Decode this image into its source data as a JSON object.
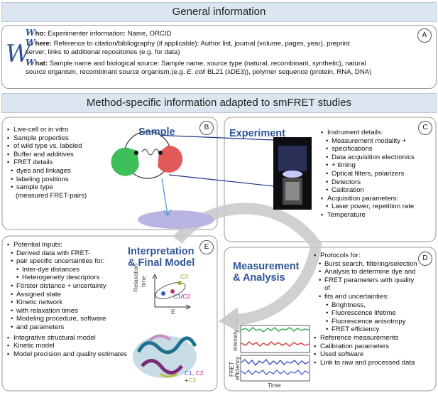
{
  "general": {
    "title": "General information",
    "badge": "A",
    "big_w": "W",
    "who_cap": "W",
    "who_rest": "ho:",
    "who_text": " Experimenter information: Name, ORCID",
    "where_cap": "W",
    "where_rest": "here:",
    "where_text1": " Reference to citation/bibliography (if applicable): Author list, journal (volume, pages, year), preprint",
    "where_text2": "server, links to additional repositories (e.g. for data)",
    "what_cap": "W",
    "what_rest": "hat:",
    "what_text1": " Sample name and biological source: Sample name, source type (natural, recombinant, synthetic), natural",
    "what_text2a": "source organism, recombinant source organism,(e.g. ",
    "what_text2b": "E. coli",
    "what_text2c": " BL21 (λDE3)), polymer sequence (protein, RNA, DNA)"
  },
  "method": {
    "title": "Method-specific information adapted to smFRET studies"
  },
  "sample": {
    "badge": "B",
    "title": "Sample",
    "items": [
      "Live-cell or in vitro",
      "Sample properties",
      "of wild type vs. labeled",
      "Buffer and additives",
      "FRET details"
    ],
    "sub": [
      "dyes and linkages",
      "labeling positions",
      "sample type",
      "(measured FRET-pairs)"
    ]
  },
  "experiment": {
    "badge": "C",
    "title": "Experiment",
    "instrument": "Instrument details:",
    "instrument_sub": [
      "Measurement modality +",
      "specifications",
      "Data acquisition electronics",
      "+ timing",
      "Optical filters, polarizers",
      "Detectors",
      "Calibration"
    ],
    "acquisition": "Acquisition parameters:",
    "acquisition_sub": [
      "Laser power, repetition rate"
    ],
    "temperature": "Temperature"
  },
  "interpretation": {
    "badge": "E",
    "title1": "Interpretation",
    "title2": "& Final Model",
    "potential": "Potential Inputs:",
    "sub": [
      "Derived data with FRET-",
      "pair specific uncertainties for:",
      "Inter-dye distances",
      "Heterogeneity descriptors",
      "Förster distance + uncertainty",
      "Assigned state",
      "Kinetic network",
      "with relaxation times",
      "Modeling procedure, software",
      "and parameters"
    ],
    "items": [
      "Integrative structural model",
      "Kinetic model",
      "Model precision and quality estimates"
    ],
    "ylabel1": "Relaxation",
    "ylabel2": "time",
    "xlabel": "E",
    "state_c1": "C1",
    "state_slash": "/",
    "state_c2": "C2",
    "state_c3": "C3",
    "legend_line1a": "C1, ",
    "legend_line1b": "C2",
    "legend_line2a": "+",
    "legend_line2b": "C3"
  },
  "measurement": {
    "badge": "D",
    "title1": "Measurement",
    "title2": "& Analysis",
    "protocols": "Protocols for:",
    "sub": [
      "Burst search, filtering/selection",
      "Analysis to determine dye and",
      "FRET parameters with quality of",
      "fits and uncertainties:"
    ],
    "subsub": [
      "Brightness,",
      "Fluorescence lifetime",
      "Fluorescence anisotropy",
      "FRET efficiency"
    ],
    "items": [
      "Reference measurements",
      "Calibration parameters",
      "Used software",
      "Link to raw and processed data"
    ],
    "intensity_label": "Intensity",
    "fret_label1": "FRET",
    "fret_label2": "efficiency",
    "time_label": "Time"
  },
  "colors": {
    "accent": "#2f5597",
    "banner": "#dce6f1",
    "green": "#2eaa4a",
    "red": "#d4383a",
    "blue": "#3a56c8",
    "magenta": "#c0287a",
    "yellowgreen": "#9ab52a"
  }
}
